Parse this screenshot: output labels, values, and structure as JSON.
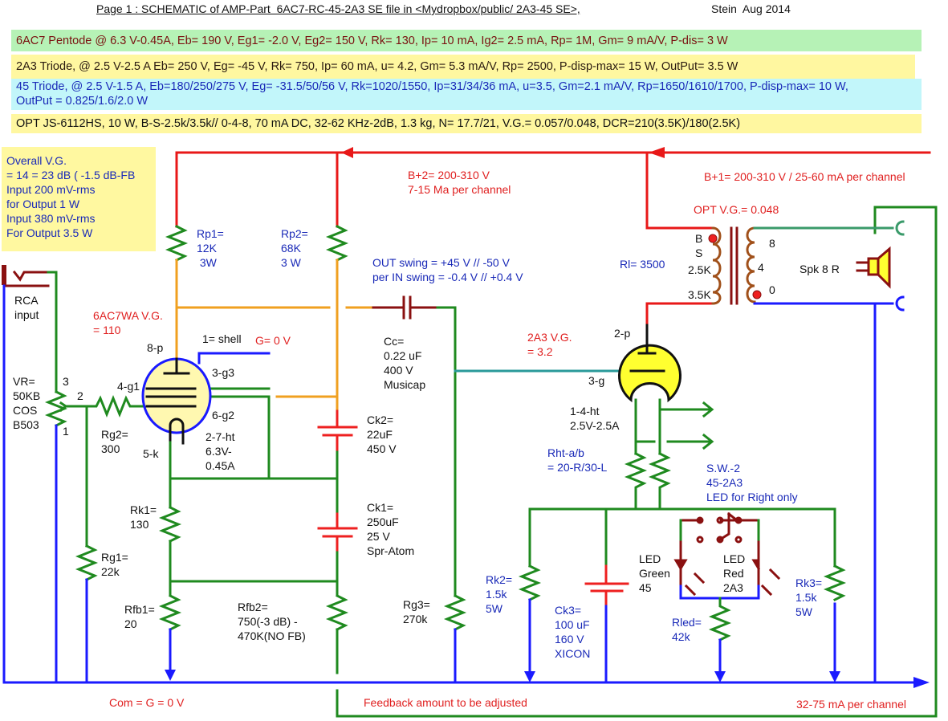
{
  "title": {
    "text": "Page 1 : SCHEMATIC of AMP-Part  6AC7-RC-45-2A3 SE file in <Mydropbox/public/ 2A3-45 SE>,",
    "author_date": "Stein  Aug 2014"
  },
  "spec_bands": [
    {
      "tube": "6AC7",
      "text": "6AC7 Pentode  @ 6.3 V-0.45A,  Eb=  190 V, Eg1= -2.0 V, Eg2= 150 V, Rk= 130, Ip= 10 mA, Ig2= 2.5 mA, Rp= 1M,  Gm=  9 mA/V, P-dis= 3 W",
      "bg": "#b6f2b6"
    },
    {
      "tube": "2A3",
      "text": "2A3  Triode, @ 2.5 V-2.5 A  Eb= 250 V, Eg= -45 V, Rk= 750, Ip=  60 mA, u= 4.2, Gm= 5.3 mA/V, Rp= 2500, P-disp-max= 15 W, OutPut= 3.5 W",
      "bg": "#fff7a0"
    },
    {
      "tube": "45",
      "text": "45  Triode, @ 2.5 V-1.5 A, Eb=180/250/275 V, Eg= -31.5/50/56 V, Rk=1020/1550, Ip=31/34/36 mA, u=3.5, Gm=2.1 mA/V, Rp=1650/1610/1700, P-disp-max= 10 W,",
      "text2": "OutPut = 0.825/1.6/2.0 W",
      "bg": "#c2f6fa"
    },
    {
      "tube": "OPT",
      "text": "OPT JS-6112HS,  10 W, B-S-2.5k/3.5k// 0-4-8, 70 mA DC, 32-62 KHz-2dB, 1.3 kg, N= 17.7/21, V.G.= 0.057/0.048, DCR=210(3.5K)/180(2.5K)",
      "bg": "#fff7a0"
    }
  ],
  "overall_box": {
    "lines": [
      "Overall V.G.",
      "= 14 = 23 dB ( -1.5 dB-FB",
      "Input 200 mV-rms",
      "for Output 1 W",
      "Input 380 mV-rms",
      "For Output 3.5 W"
    ]
  },
  "labels": {
    "rca": [
      "RCA",
      "input"
    ],
    "vr": [
      "VR=",
      "50KB",
      "COS",
      "B503"
    ],
    "vr_pin3": "3",
    "vr_pin2": "2",
    "vr_pin1": "1",
    "rg2": [
      "Rg2=",
      "300"
    ],
    "rg1": [
      "Rg1=",
      "22k"
    ],
    "rp1": [
      "Rp1=",
      "12K",
      " 3W"
    ],
    "rp2": [
      "Rp2=",
      "68K",
      "3 W"
    ],
    "v1_vg": [
      "6AC7WA V.G.",
      "= 110"
    ],
    "v1_pins": {
      "p": "8-p",
      "g1": "4-g1",
      "g3": "3-g3",
      "g2": "6-g2",
      "k": "5-k",
      "shell": "1= shell",
      "ht": [
        "2-7-ht",
        "6.3V-",
        "0.45A"
      ]
    },
    "g0": "G= 0  V",
    "b2": [
      "B+2= 200-310 V",
      "7-15  Ma  per channel"
    ],
    "swing": [
      "OUT swing = +45 V // -50 V",
      "per IN swing = -0.4 V // +0.4 V"
    ],
    "cc": [
      "Cc=",
      "0.22 uF",
      "400 V",
      "Musicap"
    ],
    "ck2": [
      "Ck2=",
      "22uF",
      "450 V"
    ],
    "ck1": [
      "Ck1=",
      "250uF",
      "25 V",
      "Spr-Atom"
    ],
    "rk1": [
      "Rk1=",
      "130"
    ],
    "rfb1": [
      "Rfb1=",
      "20"
    ],
    "rfb2": [
      "Rfb2=",
      "750(-3 dB) -",
      "470K(NO FB)"
    ],
    "rg3": [
      "Rg3=",
      "270k"
    ],
    "v2_vg": [
      "2A3 V.G.",
      "= 3.2"
    ],
    "v2_pins": {
      "p": "2-p",
      "g": "3-g",
      "ht": [
        "1-4-ht",
        "2.5V-2.5A"
      ]
    },
    "rht": [
      "Rht-a/b",
      "= 20-R/30-L"
    ],
    "sw2": [
      "S.W.-2",
      "45-2A3",
      "LED for Right only"
    ],
    "led_green": [
      "LED",
      "Green",
      "45"
    ],
    "led_red": [
      "LED",
      "Red",
      "2A3"
    ],
    "rk2": [
      "Rk2=",
      "1.5k",
      "5W"
    ],
    "ck3": [
      "Ck3=",
      "100 uF",
      "160 V",
      "XICON"
    ],
    "rled": [
      "Rled=",
      "42k"
    ],
    "rk3": [
      "Rk3=",
      "1.5k",
      "5W"
    ],
    "b1": "B+1= 200-310 V / 25-60 mA per channel",
    "opt_vg": "OPT V.G.= 0.048",
    "rl": "Rl= 3500",
    "opt_taps": {
      "b": "B",
      "s": "S",
      "p25": "2.5K",
      "p35": "3.5K",
      "s8": "8",
      "s4": "4",
      "s0": "0"
    },
    "spk": "Spk 8 R",
    "com": "Com = G = 0 V",
    "feedback": "Feedback amount to be adjusted",
    "current": "32-75 mA per channel"
  },
  "colors": {
    "b_plus": "#e81818",
    "ground": "#1a1aff",
    "signal": "#1f8a1f",
    "plate": "#f0a020",
    "grid_link": "#2a9a9a",
    "spk_lead": "#3a9a6a",
    "opt_winding": "#a0501a",
    "cap": "#ee2020",
    "tube1_fill": "#fff8b0",
    "tube2_fill": "#ffff30",
    "dark_red": "#8a1010"
  }
}
